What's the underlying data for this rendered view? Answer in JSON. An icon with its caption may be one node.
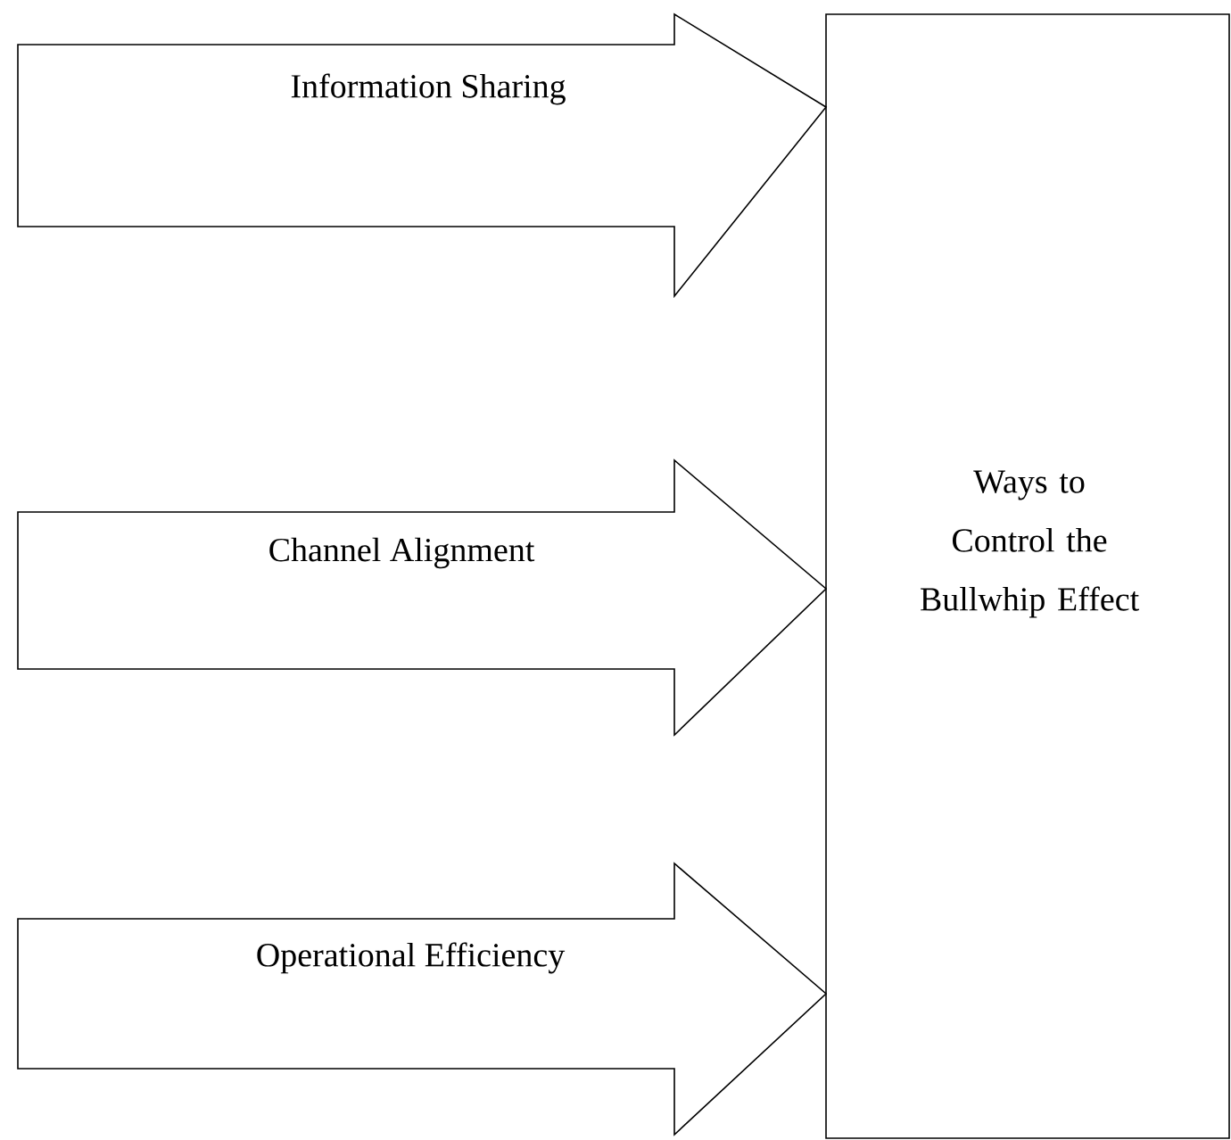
{
  "diagram": {
    "nodes": [
      {
        "text": [
          "Information Sharing"
        ]
      },
      {
        "text": [
          "Channel Alignment"
        ]
      },
      {
        "text": [
          "Operational Efficiency"
        ]
      },
      {
        "text": [
          "Ways to Control the Bullwhip Effect"
        ]
      }
    ]
  }
}
